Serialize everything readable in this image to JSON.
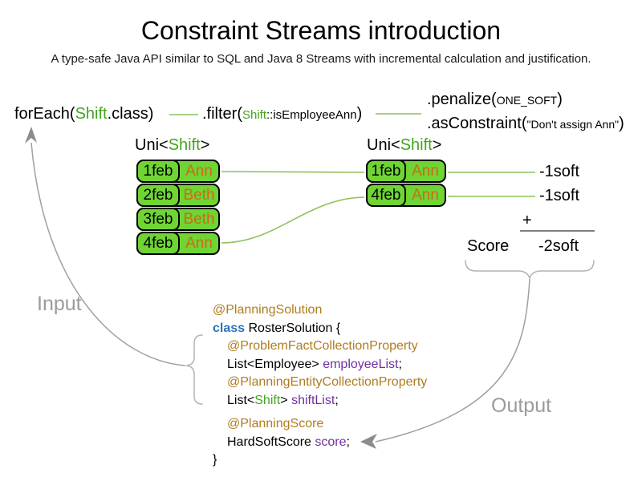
{
  "title": "Constraint Streams introduction",
  "subtitle": "A type-safe Java API similar to SQL and Java 8 Streams with incremental calculation and justification.",
  "pipeline": {
    "foreach_pre": "forEach(",
    "foreach_class": "Shift",
    "foreach_post": ".class)",
    "filter_pre": ".filter(",
    "filter_class": "Shift",
    "filter_method": "::isEmployeeAnn",
    "filter_post": ")",
    "penalize_pre": ".penalize(",
    "penalize_arg": "ONE_SOFT",
    "penalize_post": ")",
    "asconstraint_pre": ".asConstraint(",
    "asconstraint_arg": "\"Don't assign Ann\"",
    "asconstraint_post": ")"
  },
  "left_stream": {
    "type_pre": "Uni<",
    "type_class": "Shift",
    "type_post": ">",
    "rows": [
      {
        "date": "1feb",
        "name": "Ann"
      },
      {
        "date": "2feb",
        "name": "Beth"
      },
      {
        "date": "3feb",
        "name": "Beth"
      },
      {
        "date": "4feb",
        "name": "Ann"
      }
    ]
  },
  "right_stream": {
    "type_pre": "Uni<",
    "type_class": "Shift",
    "type_post": ">",
    "rows": [
      {
        "date": "1feb",
        "name": "Ann"
      },
      {
        "date": "4feb",
        "name": "Ann"
      }
    ]
  },
  "penalties": [
    "-1soft",
    "-1soft"
  ],
  "score": {
    "plus": "+",
    "label": "Score",
    "value": "-2soft"
  },
  "flow_labels": {
    "input": "Input",
    "output": "Output"
  },
  "code": {
    "annotation1": "@PlanningSolution",
    "class_keyword": "class",
    "class_decl": " RosterSolution {",
    "annotation2": "@ProblemFactCollectionProperty",
    "field1_type": "List<Employee> ",
    "field1_name": "employeeList",
    "field1_end": ";",
    "annotation3": "@PlanningEntityCollectionProperty",
    "field2_pre": "List<",
    "field2_class": "Shift",
    "field2_mid": "> ",
    "field2_name": "shiftList",
    "field2_end": ";",
    "annotation4": "@PlanningScore",
    "field3_type": "HardSoftScore ",
    "field3_name": "score",
    "field3_end": ";",
    "close_brace": "}"
  },
  "colors": {
    "class_green": "#44a41f",
    "box_green": "#6fd434",
    "employee_orange": "#cf6a15",
    "connector_green": "#8fc05c",
    "annotation_gold": "#b07c1f",
    "keyword_blue": "#2e74b5",
    "field_purple": "#7030a0",
    "flow_gray": "#9b9b9b"
  }
}
